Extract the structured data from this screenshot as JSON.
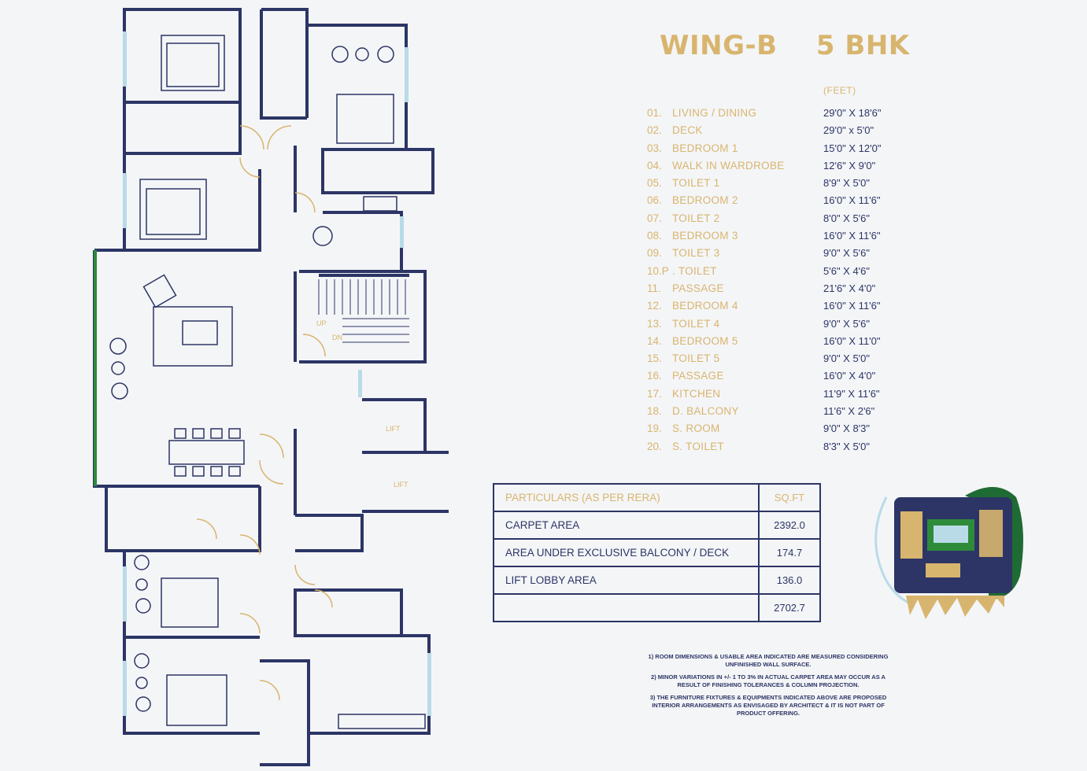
{
  "header": {
    "wing": "WING-B",
    "type": "5 BHK",
    "units": "(FEET)"
  },
  "rooms": [
    {
      "num": "01.",
      "name": "LIVING / DINING",
      "dim": "29'0\" X 18'6\""
    },
    {
      "num": "02.",
      "name": "DECK",
      "dim": "29'0\" x 5'0\""
    },
    {
      "num": "03.",
      "name": "BEDROOM 1",
      "dim": "15'0\" X 12'0\""
    },
    {
      "num": "04.",
      "name": "WALK IN WARDROBE",
      "dim": "12'6\" X 9'0\""
    },
    {
      "num": "05.",
      "name": "TOILET 1",
      "dim": "8'9\" X 5'0\""
    },
    {
      "num": "06.",
      "name": "BEDROOM 2",
      "dim": "16'0\" X 11'6\""
    },
    {
      "num": "07.",
      "name": "TOILET 2",
      "dim": "8'0\" X 5'6\""
    },
    {
      "num": "08.",
      "name": "BEDROOM 3",
      "dim": "16'0\" X 11'6\""
    },
    {
      "num": "09.",
      "name": "TOILET 3",
      "dim": "9'0\" X 5'6\""
    },
    {
      "num": "10.P",
      "name": ". TOILET",
      "dim": "5'6\" X 4'6\""
    },
    {
      "num": "11.",
      "name": "PASSAGE",
      "dim": "21'6\" X 4'0\""
    },
    {
      "num": "12.",
      "name": "BEDROOM 4",
      "dim": "16'0\" X 11'6\""
    },
    {
      "num": "13.",
      "name": "TOILET 4",
      "dim": "9'0\" X 5'6\""
    },
    {
      "num": "14.",
      "name": "BEDROOM 5",
      "dim": "16'0\" X 11'0\""
    },
    {
      "num": "15.",
      "name": "TOILET 5",
      "dim": "9'0\" X 5'0\""
    },
    {
      "num": "16.",
      "name": "PASSAGE",
      "dim": "16'0\" X 4'0\""
    },
    {
      "num": "17.",
      "name": "KITCHEN",
      "dim": "11'9\" X 11'6\""
    },
    {
      "num": "18.",
      "name": "D. BALCONY",
      "dim": "11'6\" X 2'6\""
    },
    {
      "num": "19.",
      "name": "S. ROOM",
      "dim": "9'0\" X 8'3\""
    },
    {
      "num": "20.",
      "name": "S. TOILET",
      "dim": "8'3\" X 5'0\""
    }
  ],
  "area_table": {
    "header_label": "PARTICULARS (AS PER RERA)",
    "header_unit": "SQ.FT",
    "rows": [
      {
        "label": "CARPET AREA",
        "value": "2392.0"
      },
      {
        "label": "AREA UNDER EXCLUSIVE BALCONY / DECK",
        "value": "174.7"
      },
      {
        "label": "LIFT LOBBY AREA",
        "value": "136.0"
      },
      {
        "label": "",
        "value": "2702.7"
      }
    ]
  },
  "notes": [
    "1) ROOM DIMENSIONS & USABLE AREA INDICATED ARE MEASURED CONSIDERING UNFINISHED WALL SURFACE.",
    "2) MINOR VARIATIONS IN +/- 1 TO 3% IN ACTUAL CARPET AREA MAY OCCUR AS A RESULT OF FINISHING TOLERANCES & COLUMN PROJECTION.",
    "3) THE FURNITURE FIXTURES & EQUIPMENTS INDICATED ABOVE ARE PROPOSED INTERIOR ARRANGEMENTS AS ENVISAGED BY ARCHITECT & IT IS NOT PART OF PRODUCT OFFERING."
  ],
  "plan_labels": {
    "stair_up": "UP",
    "stair_dn": "DN",
    "lift_1": "LIFT",
    "lift_2": "LIFT"
  },
  "colors": {
    "wall": "#2c3565",
    "gold": "#d8b56e",
    "window": "#b9dbe8",
    "deck_edge": "#2e8b3a"
  }
}
